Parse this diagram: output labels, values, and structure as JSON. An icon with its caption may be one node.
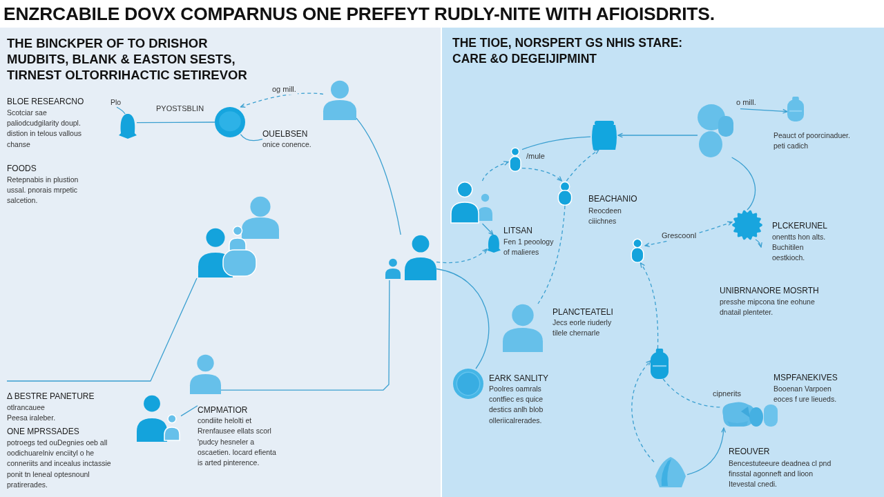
{
  "diagram": {
    "title": "ENZRCABILE DOVX COMPARNUS ONE PREFEYT RUDLY-NITE WITH AFIOISDRITS.",
    "nodes": [
      {
        "text": [
          "THE BINCKPER OF TO DRISHOR MUDBITS, BLANK & EASTON SESTS, TIRNEST OLTORRIHACTIC SETIREVOR"
        ]
      },
      {
        "text": [
          "Plo"
        ],
        "in": 0
      },
      {
        "text": [],
        "shape": "person",
        "in": 0
      },
      {
        "text": [],
        "shape": "circle",
        "in": 0
      },
      {
        "text": [
          "OUELBSEN",
          "onice conence."
        ],
        "in": 0
      },
      {
        "text": [],
        "shape": "person",
        "in": 0
      },
      {
        "text": [],
        "shape": "person",
        "in": 0
      },
      {
        "text": [],
        "shape": "person",
        "in": 0
      },
      {
        "text": [],
        "shape": "person",
        "in": 0
      },
      {
        "text": [],
        "shape": "person",
        "in": 0
      },
      {
        "text": [
          "CMPMATIOR",
          "condiite helolti et Rrenfausee ellats scorl 'pudcy hesneler a oscaetien. locard efienta is arted pinterence."
        ],
        "in": 0
      },
      {
        "text": [
          "THE TIOE, NORSPERT GS NHIS STARE: CARE &O DEGEIJIPMINT"
        ]
      },
      {
        "text": [],
        "shape": "picture",
        "in": 11
      },
      {
        "text": [],
        "shape": "bottle",
        "in": 11,
        "beside": [
          "Peauct of poorcinaduer. peti cadich"
        ]
      },
      {
        "text": [],
        "shape": "cylinder",
        "in": 11
      },
      {
        "text": [],
        "shape": "person",
        "in": 11
      },
      {
        "text": [],
        "shape": "person",
        "in": 11
      },
      {
        "text": [],
        "shape": "person",
        "in": 11,
        "beside": [
          "LITSAN",
          "Fen 1 peoology of malieres"
        ]
      },
      {
        "text": [],
        "shape": "person",
        "in": 11,
        "beside": [
          "BEACHANIO",
          "Reocdeen ciiichnes"
        ]
      },
      {
        "text": [],
        "shape": "gear",
        "in": 11,
        "beside": [
          "PLCKERUNEL",
          "onentts hon alts. Buchitilen oestkioch."
        ]
      },
      {
        "text": [],
        "shape": "person",
        "in": 11
      },
      {
        "text": [],
        "shape": "person",
        "in": 11,
        "beside": [
          "PLANCTEATELI",
          "Jecs eorle riuderly tilele chernarle"
        ]
      },
      {
        "text": [],
        "shape": "circle",
        "in": 11,
        "beside": [
          "EARK SANLITY",
          "Poolres oamrals contfiec es quice destics anlh blob olleriicalrerades."
        ]
      },
      {
        "text": [],
        "shape": "bottle",
        "in": 11
      },
      {
        "text": [],
        "shape": "picture",
        "in": 11,
        "beside": [
          "MSPFANEKIVES",
          "Booenan Varpoen eoces f ure lieueds."
        ]
      },
      {
        "text": [],
        "shape": "picture",
        "in": 11,
        "beside": [
          "REOUVER",
          "Bencestuteeure deadnea cl pnd finsstal agonneft and lioon Itevestal cnedi."
        ]
      }
    ],
    "edges": [
      {
        "from": 1,
        "to": 2,
        "arrow": "none"
      },
      {
        "from": 2,
        "to": 3,
        "arrow": "none",
        "label": "PYOSTSBLIN"
      },
      {
        "from": 3,
        "to": 4,
        "arrow": "none"
      },
      {
        "from": 5,
        "to": 3,
        "arrow": "to",
        "style": "dashed",
        "label": "og mill."
      },
      {
        "from": 5,
        "to": 7,
        "arrow": "none"
      },
      {
        "from": 6,
        "to": null,
        "arrow": "none"
      },
      {
        "from": 8,
        "to": 7,
        "arrow": "none"
      },
      {
        "from": 10,
        "to": 9,
        "arrow": "none"
      },
      {
        "from": 7,
        "to": 17,
        "arrow": "to",
        "style": "dashed"
      },
      {
        "from": 7,
        "to": 22,
        "arrow": "none"
      },
      {
        "from": 12,
        "to": 13,
        "arrow": "to",
        "label": "o mill."
      },
      {
        "from": 12,
        "to": 14,
        "arrow": "to"
      },
      {
        "from": 12,
        "to": 19,
        "arrow": "none"
      },
      {
        "from": 15,
        "to": 14,
        "arrow": "none"
      },
      {
        "from": 18,
        "to": 14,
        "arrow": "to",
        "style": "dashed"
      },
      {
        "from": 16,
        "to": 15,
        "arrow": "to",
        "style": "dashed"
      },
      {
        "from": 16,
        "to": 17,
        "arrow": "to"
      },
      {
        "from": 15,
        "to": 18,
        "arrow": "to",
        "style": "dashed",
        "label": "/mule"
      },
      {
        "from": 18,
        "to": 21,
        "arrow": "none",
        "style": "dashed"
      },
      {
        "from": 20,
        "to": 19,
        "arrow": "both",
        "style": "dashed",
        "label": "Grescoonl"
      },
      {
        "from": 23,
        "to": 20,
        "arrow": "to",
        "style": "dashed"
      },
      {
        "from": 25,
        "to": 23,
        "arrow": "to",
        "style": "dashed"
      },
      {
        "from": 23,
        "to": 24,
        "arrow": "none",
        "style": "dashed",
        "label": "cipnerits"
      },
      {
        "from": 25,
        "to": 24,
        "arrow": "to"
      }
    ],
    "labels": [
      "BLOE RESEARCNO",
      "Scotciar sae paliodcudgilarity doupl. distion in telous vallous chanse",
      "FOODS",
      "Retepnabis in plustion ussal. pnorais mrpetic salcetion.",
      "Δ BESTRE PANETURE",
      "otlrancauee Peesa iraleber.",
      "ONE MPRSSADES",
      "potroegs ted ouDegnies oeb all oodichuarelniv enciityl o he conneriits and incealus inctassie ponit tn leneal optesnounl pratirerades.",
      "UNIBRNANORE MOSRTH",
      "presshe mipcona tine eohune dnatail plenteter."
    ]
  }
}
